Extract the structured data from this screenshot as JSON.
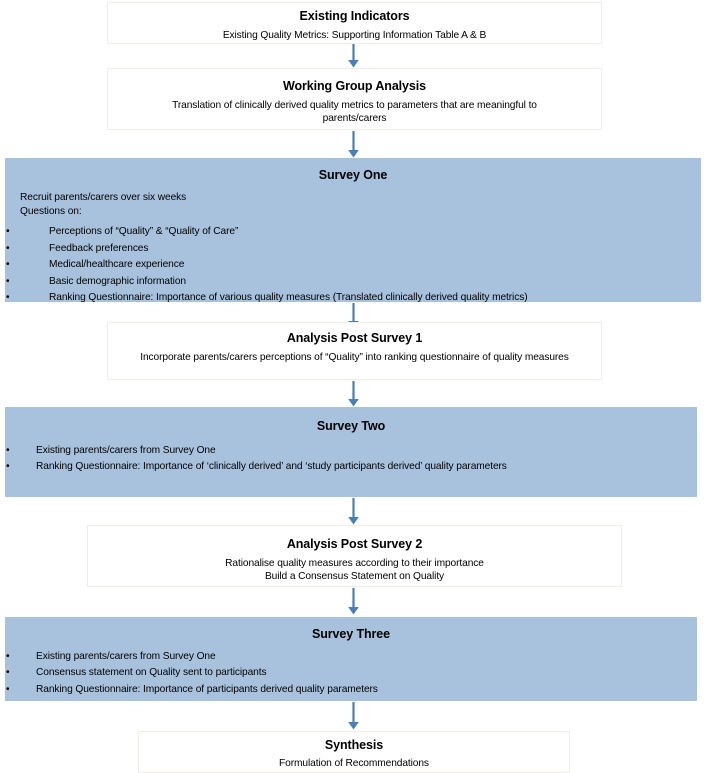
{
  "diagram": {
    "title": "Study flow diagram",
    "colors": {
      "node_fill_blue": "#a8c2de",
      "node_fill_white": "#ffffff",
      "node_border_white": "#efeee4",
      "connector": "#4a7ebb",
      "text": "#000000"
    },
    "nodes": [
      {
        "id": "existing-indicators",
        "title": "Existing Indicators",
        "subtitle": "Existing Quality Metrics: Supporting Information  Table A & B",
        "style": "white"
      },
      {
        "id": "working-group-analysis",
        "title": "Working Group Analysis",
        "subtitle": "Translation of clinically derived quality metrics to parameters that are meaningful to parents/carers",
        "style": "white"
      },
      {
        "id": "survey-one",
        "title": "Survey One",
        "style": "blue",
        "lead_lines": [
          "Recruit parents/carers over six weeks",
          "Questions on:"
        ],
        "bullets": [
          "Perceptions of “Quality” & “Quality of Care”",
          "Feedback preferences",
          "Medical/healthcare experience",
          "Basic demographic information",
          "Ranking Questionnaire: Importance of various quality measures (Translated clinically derived quality metrics)"
        ]
      },
      {
        "id": "analysis-post-survey-1",
        "title": "Analysis Post Survey 1",
        "subtitle": "Incorporate parents/carers perceptions of “Quality” into ranking questionnaire of quality measures",
        "style": "white"
      },
      {
        "id": "survey-two",
        "title": "Survey Two",
        "style": "blue",
        "bullets": [
          "Existing parents/carers from Survey One",
          "Ranking Questionnaire: Importance of ‘clinically derived’ and ‘study participants derived’ quality parameters"
        ]
      },
      {
        "id": "analysis-post-survey-2",
        "title": "Analysis Post Survey 2",
        "subtitle_line_1": "Rationalise quality measures according to their importance",
        "subtitle_line_2": "Build a Consensus Statement on Quality",
        "style": "white"
      },
      {
        "id": "survey-three",
        "title": "Survey Three",
        "style": "blue",
        "bullets": [
          "Existing parents/carers from Survey One",
          "Consensus statement on Quality sent to participants",
          "Ranking Questionnaire: Importance of participants derived quality parameters"
        ]
      },
      {
        "id": "synthesis",
        "title": "Synthesis",
        "subtitle": "Formulation of Recommendations",
        "style": "white"
      }
    ],
    "bullet_glyph": "•"
  }
}
